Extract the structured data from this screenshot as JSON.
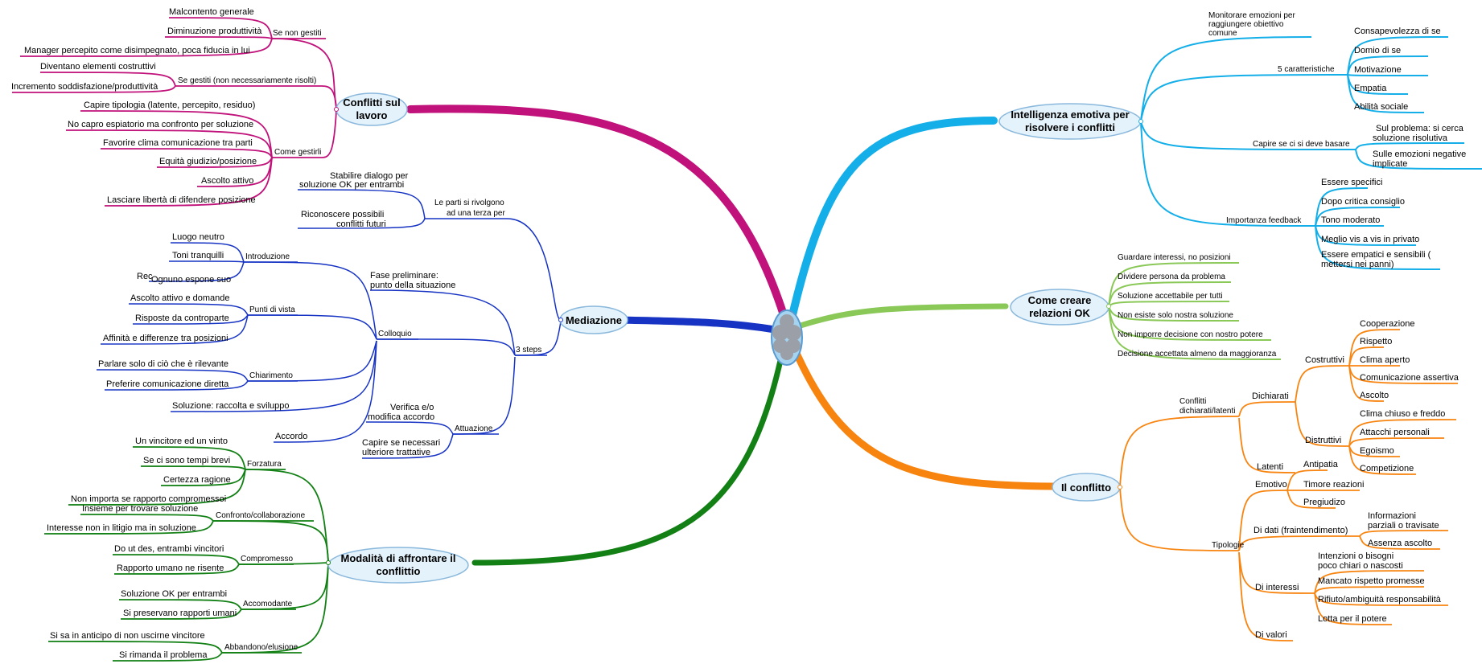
{
  "colors": {
    "conflitti": "#c0127a",
    "mediazione": "#1633c4",
    "modalita": "#128014",
    "intelligenza": "#14aee8",
    "relazioni": "#8ac858",
    "conflitto": "#f88410",
    "bubble_fill": "#e3f2fb",
    "bubble_stroke": "#8ab8dc"
  },
  "center_icon": "cloud-icon",
  "conflitti": {
    "title_1": "Conflitti sul",
    "title_2": "lavoro",
    "se_non_gestiti": "Se non gestiti",
    "sng_1": "Malcontento generale",
    "sng_2": "Diminuzione produttività",
    "sng_3": "Manager percepito come disimpegnato, poca fiducia in lui",
    "se_gestiti": "Se gestiti (non necessariamente risolti)",
    "sg_1": "Diventano elementi costruttivi",
    "sg_2": "Incremento soddisfazione/produttività",
    "come_gestirli": "Come gestirli",
    "cg_1": "Capire tipologia (latente, percepito, residuo)",
    "cg_2": "No capro espiatorio ma confronto per soluzione",
    "cg_3": "Favorire clima comunicazione tra parti",
    "cg_4": "Equità giudizio/posizione",
    "cg_5": "Ascolto attivo",
    "cg_6": "Lasciare libertà di difendere posizione"
  },
  "mediazione": {
    "title": "Mediazione",
    "le_parti_1": "Le parti si rivolgono",
    "le_parti_2": "ad una terza per",
    "lp_1a": "Stabilire dialogo per",
    "lp_1b": "soluzione OK per entrambi",
    "lp_2a": "Riconoscere possibili",
    "lp_2b": "conflitti futuri",
    "steps": "3 steps",
    "fase_1": "Fase preliminare:",
    "fase_2": "punto della situazione",
    "colloquio": "Colloquio",
    "introduzione": "Introduzione",
    "intro_1": "Luogo neutro",
    "intro_2": "Toni tranquilli",
    "intro_3": "Ognuno espone suo",
    "intro_3_prefix": "Rec",
    "punti_di_vista": "Punti di vista",
    "pv_1": "Ascolto attivo e domande",
    "pv_2": "Risposte da controparte",
    "pv_3": "Affinità e differenze tra posizioni",
    "chiarimento": "Chiarimento",
    "ch_1": "Parlare solo di ciò che è rilevante",
    "ch_2": "Preferire comunicazione diretta",
    "soluzione": "Soluzione: raccolta e sviluppo",
    "accordo": "Accordo",
    "attuazione": "Attuazione",
    "att_1a": "Verifica e/o",
    "att_1b": "modifica accordo",
    "att_2a": "Capire se necessari",
    "att_2b": "ulteriore trattative"
  },
  "modalita": {
    "title_1": "Modalità di affrontare il",
    "title_2": "conflittio",
    "forzatura": "Forzatura",
    "f_1": "Un vincitore ed un vinto",
    "f_2": "Se ci sono tempi brevi",
    "f_3": "Certezza ragione",
    "f_4": "Non importa se rapporto compromessoi",
    "confronto": "Confronto/collaborazione",
    "c_1": "Insieme per trovare soluzione",
    "c_2": "Interesse non in litigio ma in soluzione",
    "compromesso": "Compromesso",
    "cp_1": "Do ut des, entrambi vincitori",
    "cp_2": "Rapporto umano ne risente",
    "accomodante": "Accomodante",
    "a_1": "Soluzione OK per entrambi",
    "a_2": "Si preservano rapporti umani",
    "abbandono": "Abbandono/elusione",
    "ab_1": "Si sa in anticipo di non uscirne vincitore",
    "ab_2": "Si rimanda il problema"
  },
  "intelligenza": {
    "title_1": "Intelligenza emotiva per",
    "title_2": "risolvere i conflitti",
    "monitorare_1": "Monitorare emozioni per",
    "monitorare_2": "raggiungere obiettivo",
    "monitorare_3": "comune",
    "caratteristiche": "5 caratteristiche",
    "car_1": "Consapevolezza di se",
    "car_2": "Domio di se",
    "car_3": "Motivazione",
    "car_4": "Empatia",
    "car_5": "Abilità sociale",
    "capire": "Capire se ci si deve basare",
    "cap_1a": "Sul problema: si cerca",
    "cap_1b": "soluzione risolutiva",
    "cap_2a": "Sulle emozioni negative",
    "cap_2b": "implicate",
    "feedback": "Importanza feedback",
    "fb_1": "Essere specifici",
    "fb_2": "Dopo critica consiglio",
    "fb_3": "Tono moderato",
    "fb_4": "Meglio vis a vis in privato",
    "fb_5a": "Essere empatici e sensibili (",
    "fb_5b": "mettersi nei panni)"
  },
  "relazioni": {
    "title_1": "Come creare",
    "title_2": "relazioni OK",
    "r_1": "Guardare interessi, no posizioni",
    "r_2": "Dividere persona da problema",
    "r_3": "Soluzione accettabile per tutti",
    "r_4": "Non esiste solo nostra soluzione",
    "r_5": "Non imporre decisione con nostro potere",
    "r_6": "Decisione accettata almeno da maggioranza"
  },
  "conflitto": {
    "title": "Il conflitto",
    "dichiarati_latenti_1": "Conflitti",
    "dichiarati_latenti_2": "dichiarati/latenti",
    "dichiarati": "Dichiarati",
    "costruttivi": "Costruttivi",
    "cos_1": "Cooperazione",
    "cos_2": "Rispetto",
    "cos_3": "Clima  aperto",
    "cos_4": "Comunicazione assertiva",
    "cos_5": "Ascolto",
    "distruttivi": "Distruttivi",
    "dis_1": "Clima chiuso e freddo",
    "dis_2": "Attacchi personali",
    "dis_3": "Egoismo",
    "dis_4": "Competizione",
    "latenti": "Latenti",
    "tipologie": "Tipologie",
    "emotivo": "Emotivo",
    "em_1": "Antipatia",
    "em_2": "Timore reazioni",
    "em_3": "Pregiudizo",
    "di_dati": "Di dati (fraintendimento)",
    "dd_1a": "Informazioni",
    "dd_1b": "parziali o travisate",
    "dd_2": "Assenza ascolto",
    "di_interessi": "Di interessi",
    "di_1a": "Intenzioni o bisogni",
    "di_1b": "poco chiari o nascosti",
    "di_2": "Mancato rispetto promesse",
    "di_3": "Rifiuto/ambiguità responsabilità",
    "di_4": "Lotta per il potere",
    "di_valori": "Di valori"
  }
}
